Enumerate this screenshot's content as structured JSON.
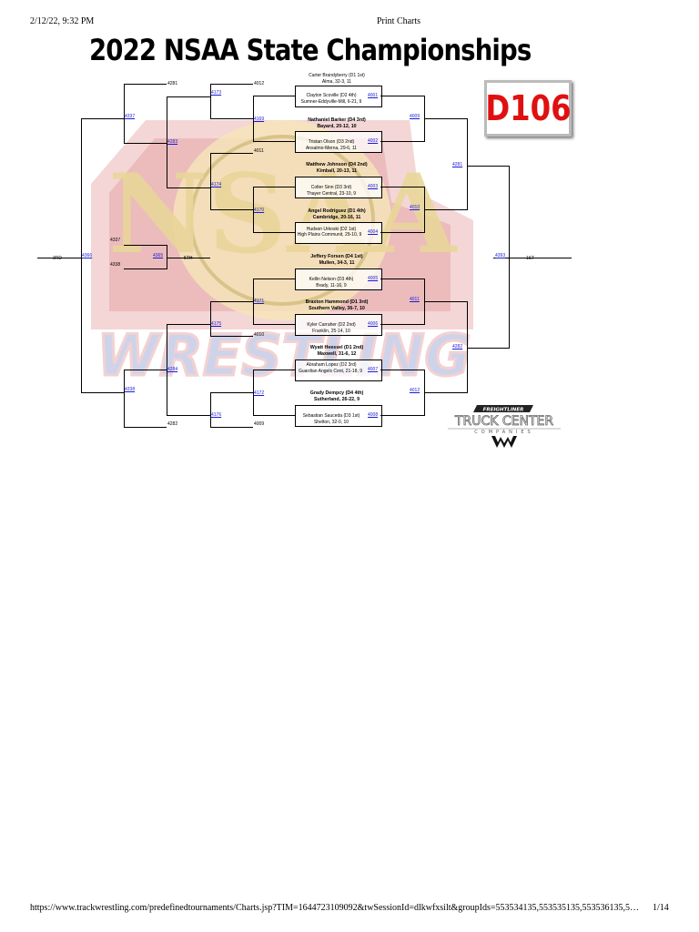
{
  "print_header": {
    "datetime": "2/12/22, 9:32 PM",
    "page_title": "Print Charts"
  },
  "print_footer": {
    "url": "https://www.trackwrestling.com/predefinedtournaments/Charts.jsp?TIM=1644723109092&twSessionId=dlkwfxsilt&groupIds=553534135,553535135,553536135,5…",
    "page": "1/14"
  },
  "title": "2022 NSAA State Championships",
  "weight_badge": "D106",
  "watermark": {
    "letters": "NSAA",
    "word": "WRESTLING"
  },
  "sponsor": {
    "brand": "FREIGHTLINER",
    "line1": "TRUCK CENTER",
    "line2": "COMPANIES",
    "logo": "W"
  },
  "wrestlers": [
    {
      "name": "Carter Brandyberry (D1 1st)",
      "team": "Alma, 32-3, 11"
    },
    {
      "name": "Clayton Scoville (D2 4th)",
      "team": "Sumner-Eddyville-Mill, 6-21, 9"
    },
    {
      "name": "Nathaniel Barker (D4 3rd)",
      "team": "Bayard, 20-12, 10"
    },
    {
      "name": "Tristan Olson (D3 2nd)",
      "team": "Ansalmo-Merna, 29-6, 11"
    },
    {
      "name": "Matthew Johnson (D4 2nd)",
      "team": "Kimball, 20-13, 11"
    },
    {
      "name": "Colter Sinn (D3 3rd)",
      "team": "Thayer Central, 23-10, 9"
    },
    {
      "name": "Angel Rodriguez (D1 4th)",
      "team": "Cambridge, 20-16, 11"
    },
    {
      "name": "Hudson Urkoski (D2 1st)",
      "team": "High Plains Communit, 29-10, 9"
    },
    {
      "name": "Jeffery Forsen (D4 1st)",
      "team": "Mullen, 34-3, 11"
    },
    {
      "name": "Kellin Nelson (D3 4th)",
      "team": "Brady, 11-16, 9"
    },
    {
      "name": "Braxton Hammond (D1 3rd)",
      "team": "Southern Valley, 36-7, 10"
    },
    {
      "name": "Kyler Carraher (D2 2nd)",
      "team": "Franklin, 25-14, 10"
    },
    {
      "name": "Wyatt Heessel (D1 2nd)",
      "team": "Maxwell, 31-6, 12"
    },
    {
      "name": "Abraham Lopez (D2 3rd)",
      "team": "Guardian Angels Cent, 21-18, 9"
    },
    {
      "name": "Grady Dempcy (D4 4th)",
      "team": "Sutherland, 26-22, 9"
    },
    {
      "name": "Sebastian Sauceda (D3 1st)",
      "team": "Shelton, 32-0, 10"
    }
  ],
  "bouts": {
    "b001": "4001",
    "b002": "4002",
    "b003": "4003",
    "b004": "4004",
    "b005": "4005",
    "b006": "4006",
    "b007": "4007",
    "b008": "4008",
    "b009": "4009",
    "b010": "4010",
    "b011": "4011",
    "b012": "4012",
    "b173": "4173",
    "b169": "4169",
    "b174": "4174",
    "b170": "4170",
    "b171": "4171",
    "b175": "4175",
    "b172": "4172",
    "b176": "4176",
    "b283": "4283",
    "b284": "4284",
    "b337": "4337",
    "b338": "4338",
    "b365": "4365",
    "b366": "4366",
    "b281": "4281",
    "b282": "4282",
    "b393": "4393"
  },
  "texts": {
    "t281": "4281",
    "t012": "4012",
    "t011": "4011",
    "t010": "4010",
    "t009": "4009",
    "t282": "4282",
    "t337": "4337",
    "t338": "4338",
    "fifth": "5TH",
    "third": "3RD",
    "first": "1ST"
  }
}
